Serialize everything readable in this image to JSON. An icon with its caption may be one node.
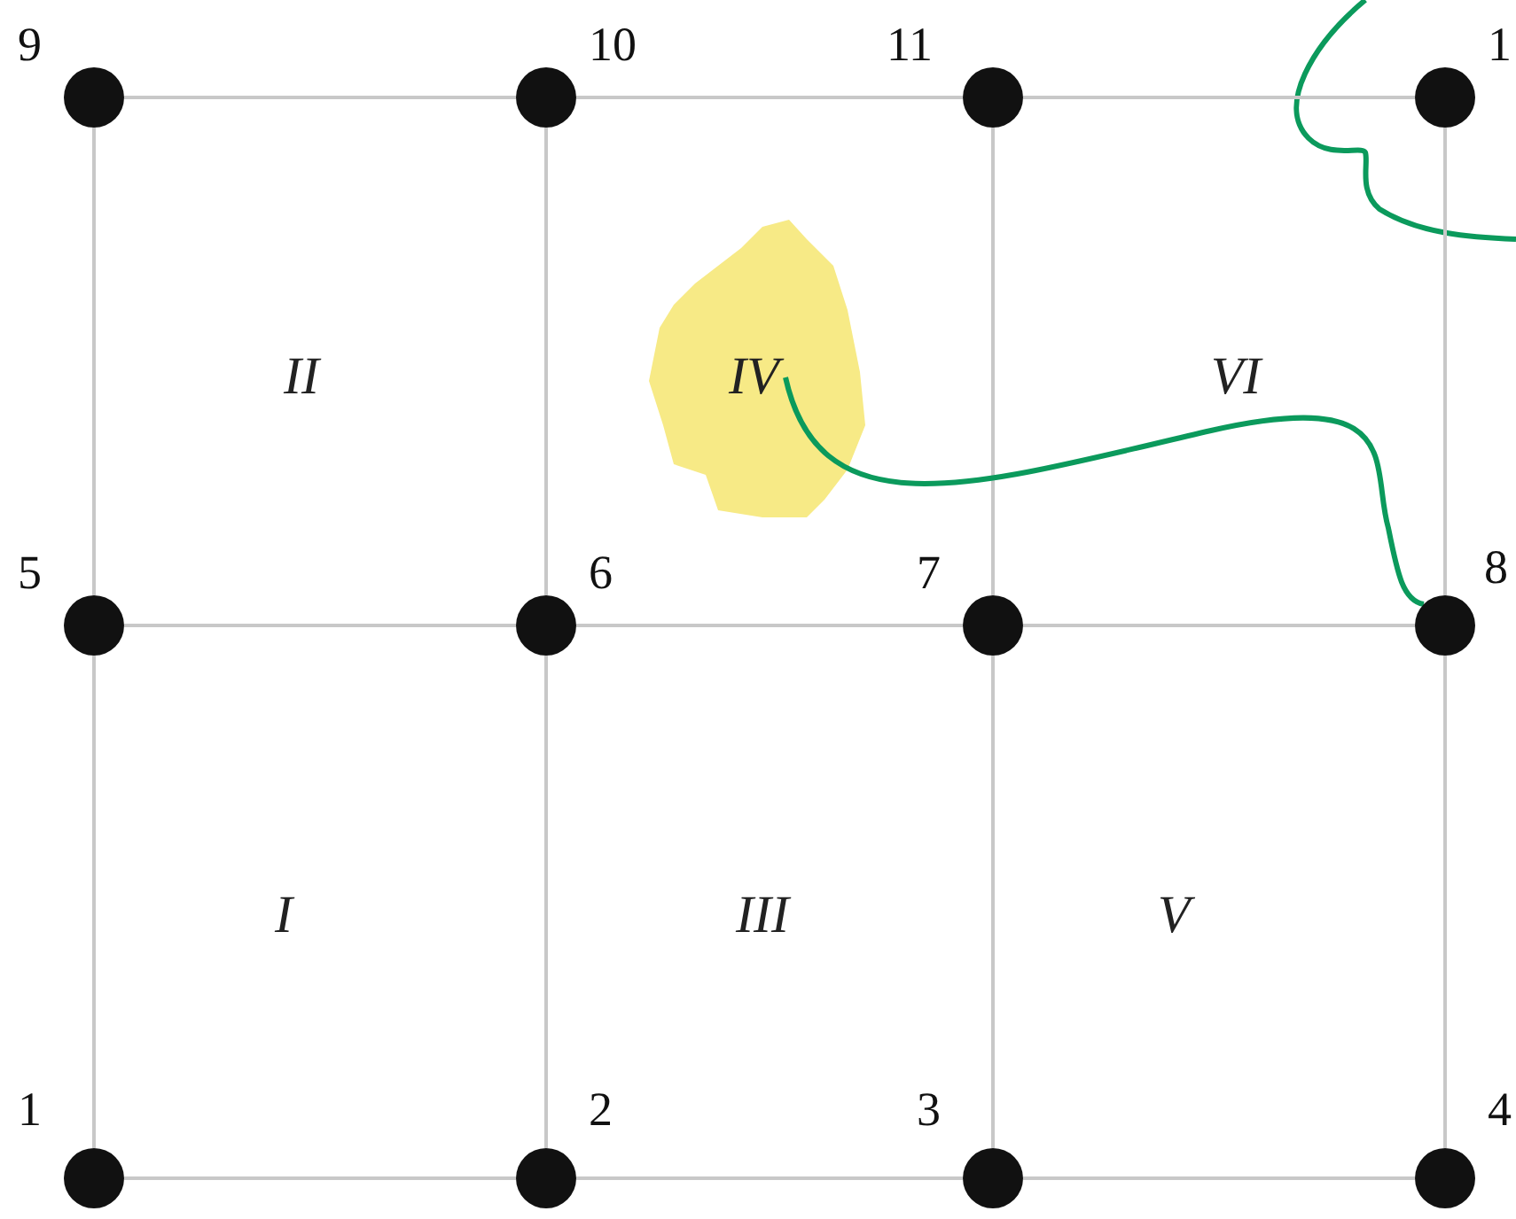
{
  "diagram": {
    "nodes": [
      {
        "text": [],
        "shape": "circle",
        "beside": [
          "9"
        ]
      },
      {
        "text": [],
        "shape": "circle",
        "beside": [
          "10"
        ]
      },
      {
        "text": [],
        "shape": "circle",
        "beside": [
          "11"
        ]
      },
      {
        "text": [],
        "shape": "circle",
        "beside": [
          "1"
        ]
      },
      {
        "text": [
          "IV"
        ]
      },
      {
        "text": [],
        "shape": "circle",
        "beside": [
          "5"
        ]
      },
      {
        "text": [],
        "shape": "circle",
        "beside": [
          "6"
        ]
      },
      {
        "text": [],
        "shape": "circle",
        "beside": [
          "7"
        ]
      },
      {
        "text": [],
        "shape": "circle",
        "beside": [
          "8"
        ]
      },
      {
        "text": [],
        "shape": "circle",
        "beside": [
          "1"
        ]
      },
      {
        "text": [],
        "shape": "circle",
        "beside": [
          "2"
        ]
      },
      {
        "text": [],
        "shape": "circle",
        "beside": [
          "3"
        ]
      },
      {
        "text": [],
        "shape": "circle",
        "beside": [
          "4"
        ]
      }
    ],
    "edges": [
      {
        "from": 0,
        "to": 1,
        "arrow": "none"
      },
      {
        "from": 1,
        "to": 2,
        "arrow": "none"
      },
      {
        "from": 2,
        "to": 3,
        "arrow": "none"
      },
      {
        "from": 0,
        "to": 5,
        "arrow": "none"
      },
      {
        "from": 1,
        "to": 6,
        "arrow": "none"
      },
      {
        "from": 2,
        "to": 7,
        "arrow": "none"
      },
      {
        "from": 3,
        "to": 8,
        "arrow": "none"
      },
      {
        "from": 4,
        "to": 8,
        "arrow": "none",
        "color": "#0b9a5c"
      },
      {
        "from": 5,
        "to": 6,
        "arrow": "none"
      },
      {
        "from": 6,
        "to": 7,
        "arrow": "none"
      },
      {
        "from": 7,
        "to": 8,
        "arrow": "none"
      },
      {
        "from": 5,
        "to": 9,
        "arrow": "none"
      },
      {
        "from": 6,
        "to": 10,
        "arrow": "none"
      },
      {
        "from": 7,
        "to": 11,
        "arrow": "none"
      },
      {
        "from": 8,
        "to": 12,
        "arrow": "none"
      },
      {
        "from": 9,
        "to": 10,
        "arrow": "none"
      },
      {
        "from": 10,
        "to": 11,
        "arrow": "none"
      },
      {
        "from": 11,
        "to": 12,
        "arrow": "none"
      }
    ],
    "labels": [
      "II",
      "VI",
      "I",
      "III",
      "V"
    ]
  }
}
